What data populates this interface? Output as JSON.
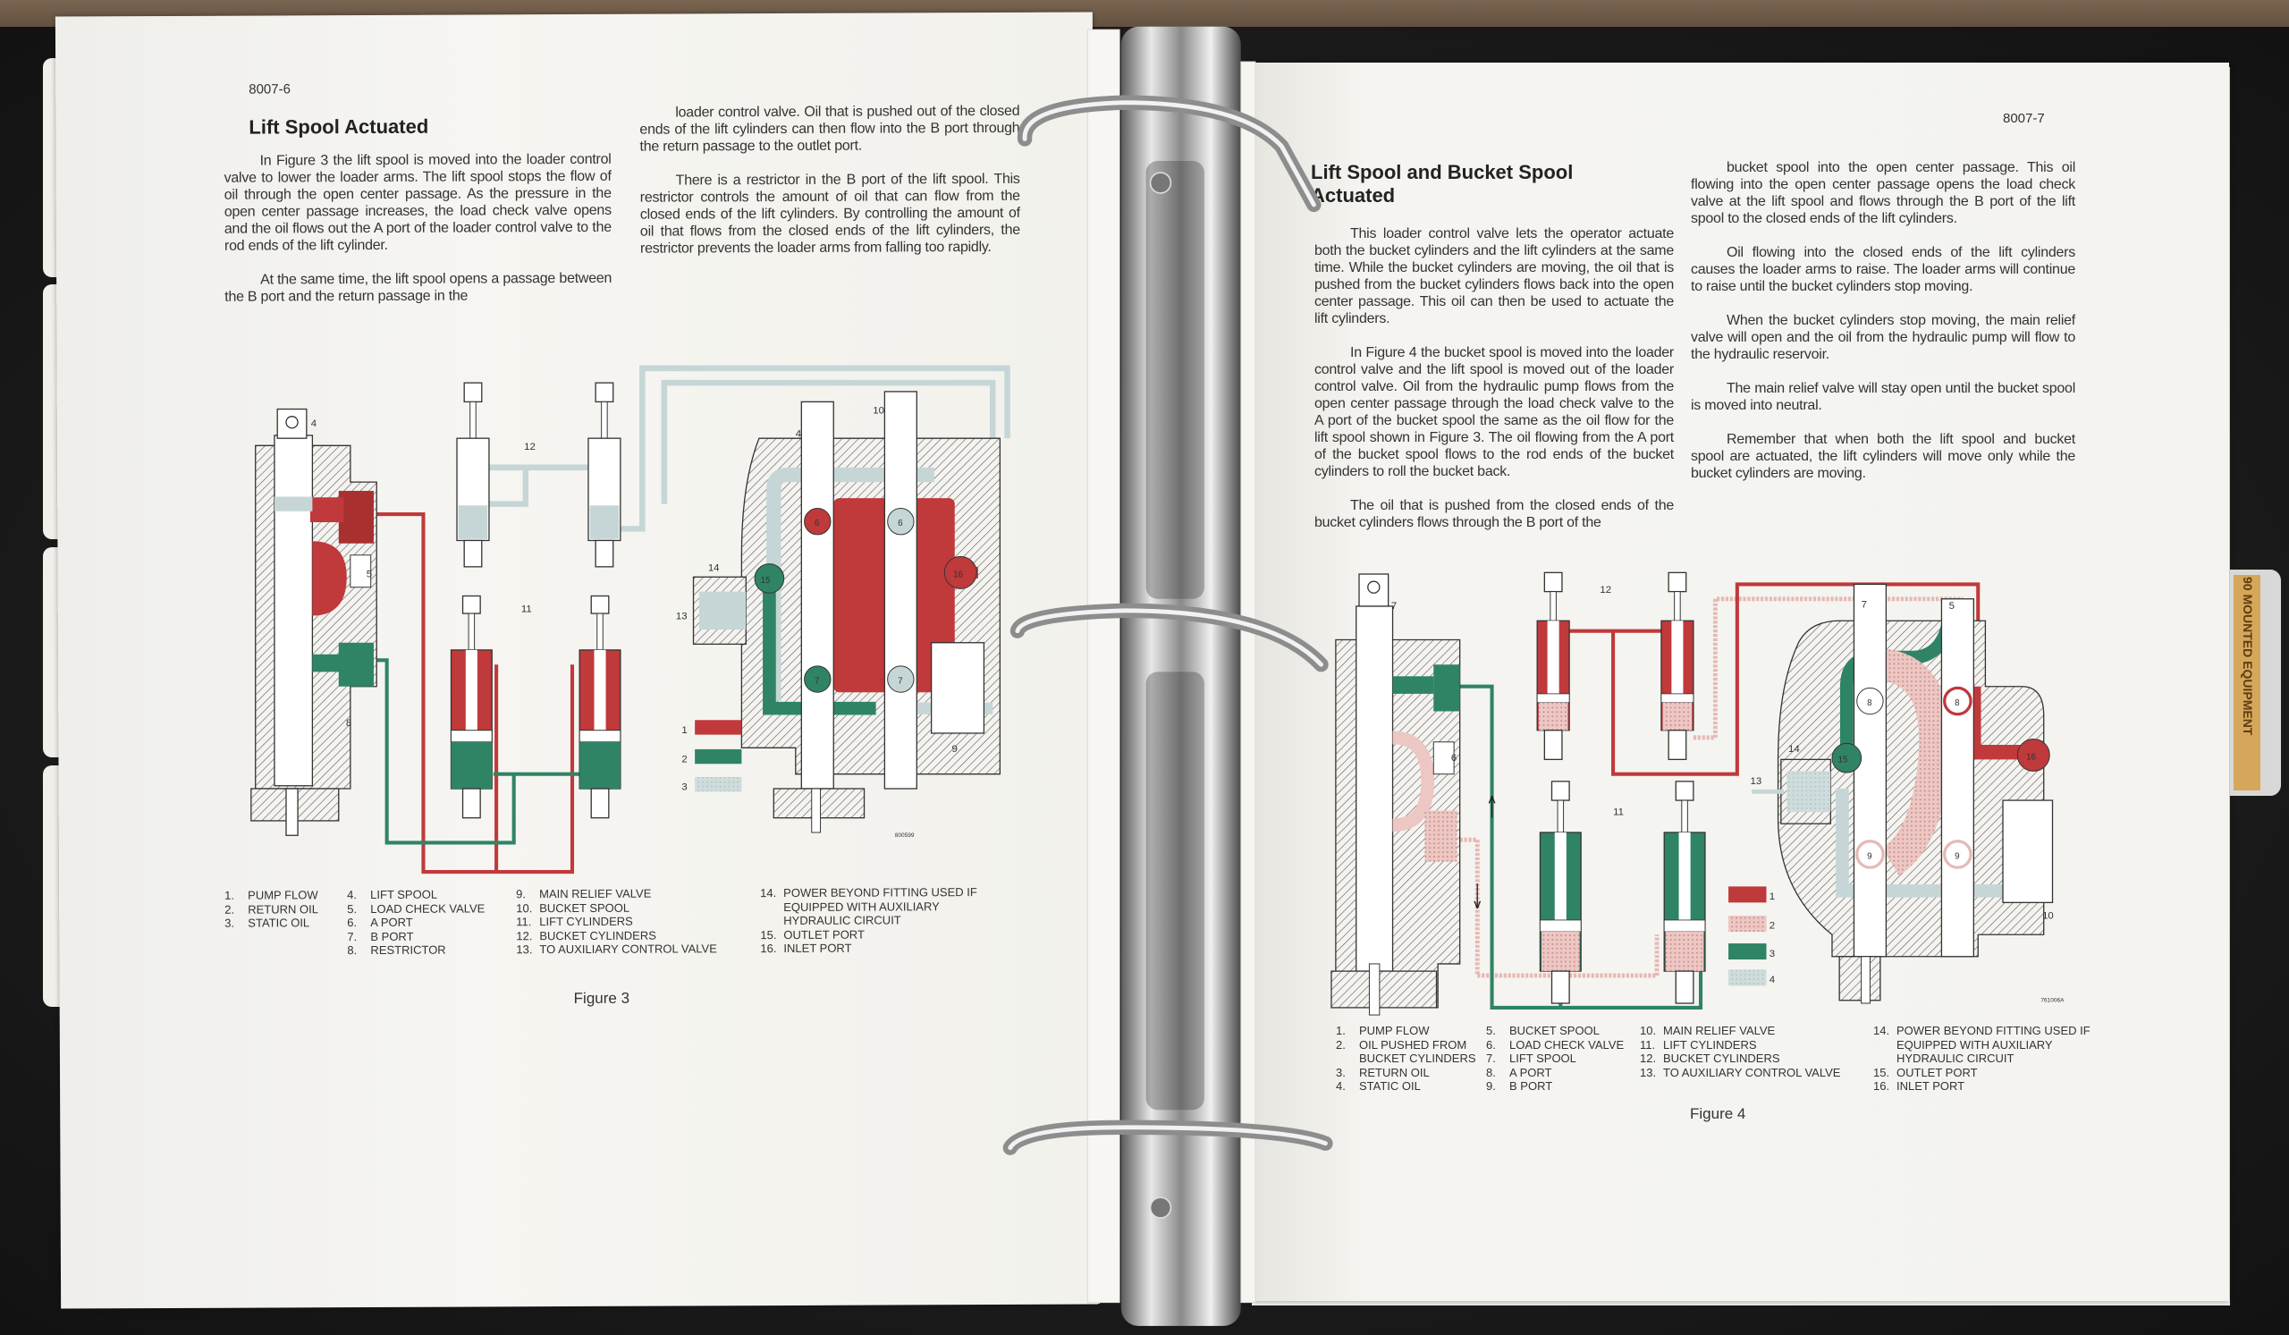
{
  "left_page": {
    "page_number": "8007-6",
    "title": "Lift Spool Actuated",
    "column1": [
      "In Figure 3 the lift spool is moved into the loader control valve to lower the loader arms. The lift spool stops the flow of oil through the open center passage. As the pressure in the open center passage increases, the load check valve opens and the oil flows out the A port of the loader control valve to the rod ends of the lift cylinder.",
      "At the same time, the lift spool opens a passage between the B port and the return passage in the"
    ],
    "column2": [
      "loader control valve. Oil that is pushed out of the closed ends of the lift cylinders can then flow into the B port through the return passage to the outlet port.",
      "There is a restrictor in the B port of the lift spool. This restrictor controls the amount of oil that can flow from the closed ends of the lift cylinders. By controlling the amount of oil that flows from the closed ends of the lift cylinders, the restrictor prevents the loader arms from falling too rapidly."
    ],
    "figure": {
      "callouts": [
        "4",
        "5",
        "8",
        "12",
        "11",
        "10",
        "4",
        "14",
        "13",
        "9",
        "15",
        "6",
        "6",
        "16",
        "7",
        "7"
      ],
      "swatch_numbers": [
        "1",
        "2",
        "3"
      ],
      "code": "800599",
      "caption": "Figure 3"
    },
    "legend": [
      [
        {
          "n": "1.",
          "t": "Pump Flow"
        },
        {
          "n": "2.",
          "t": "Return Oil"
        },
        {
          "n": "3.",
          "t": "Static Oil"
        }
      ],
      [
        {
          "n": "4.",
          "t": "Lift Spool"
        },
        {
          "n": "5.",
          "t": "Load Check Valve"
        },
        {
          "n": "6.",
          "t": "A Port"
        },
        {
          "n": "7.",
          "t": "B Port"
        },
        {
          "n": "8.",
          "t": "Restrictor"
        }
      ],
      [
        {
          "n": "9.",
          "t": "Main Relief Valve"
        },
        {
          "n": "10.",
          "t": "Bucket Spool"
        },
        {
          "n": "11.",
          "t": "Lift Cylinders"
        },
        {
          "n": "12.",
          "t": "Bucket Cylinders"
        },
        {
          "n": "13.",
          "t": "To Auxiliary Control Valve"
        }
      ],
      [
        {
          "n": "14.",
          "t": "Power Beyond Fitting Used If Equipped With Auxiliary Hydraulic Circuit"
        },
        {
          "n": "15.",
          "t": "Outlet Port"
        },
        {
          "n": "16.",
          "t": "Inlet Port"
        }
      ]
    ]
  },
  "right_page": {
    "page_number": "8007-7",
    "title": "Lift Spool and Bucket Spool Actuated",
    "column1": [
      "This loader control valve lets the operator actuate both the bucket cylinders and the lift cylinders at the same time. While the bucket cylinders are moving, the oil that is pushed from the bucket cylinders flows back into the open center passage. This oil can then be used to actuate the lift cylinders.",
      "In Figure 4 the bucket spool is moved into the loader control valve and the lift spool is moved out of the loader control valve. Oil from the hydraulic pump flows from the open center passage through the load check valve to the A port of the bucket spool the same as the oil flow for the lift spool shown in Figure 3. The oil flowing from the A port of the bucket spool flows to the rod ends of the bucket cylinders to roll the bucket back.",
      "The oil that is pushed from the closed ends of the bucket cylinders flows through the B port of the"
    ],
    "column2": [
      "bucket spool into the open center passage. This oil flowing into the open center passage opens the load check valve at the lift spool and flows through the B port of the lift spool to the closed ends of the lift cylinders.",
      "Oil flowing into the closed ends of the lift cylinders causes the loader arms to raise. The loader arms will continue to raise until the bucket cylinders stop moving.",
      "When the bucket cylinders stop moving, the main relief valve will open and the oil from the hydraulic pump will flow to the hydraulic reservoir.",
      "The main relief valve will stay open until the bucket spool is moved into neutral.",
      "Remember that when both the lift spool and bucket spool are actuated, the lift cylinders will move only while the bucket cylinders are moving."
    ],
    "figure": {
      "callouts": [
        "7",
        "6",
        "12",
        "11",
        "7",
        "5",
        "14",
        "13",
        "10",
        "15",
        "8",
        "8",
        "16",
        "9",
        "9"
      ],
      "swatch_numbers": [
        "1",
        "2",
        "3",
        "4"
      ],
      "code": "761006A",
      "caption": "Figure 4"
    },
    "legend": [
      [
        {
          "n": "1.",
          "t": "Pump Flow"
        },
        {
          "n": "2.",
          "t": "Oil Pushed From Bucket Cylinders"
        },
        {
          "n": "3.",
          "t": "Return Oil"
        },
        {
          "n": "4.",
          "t": "Static Oil"
        }
      ],
      [
        {
          "n": "5.",
          "t": "Bucket Spool"
        },
        {
          "n": "6.",
          "t": "Load Check Valve"
        },
        {
          "n": "7.",
          "t": "Lift Spool"
        },
        {
          "n": "8.",
          "t": "A Port"
        },
        {
          "n": "9.",
          "t": "B Port"
        }
      ],
      [
        {
          "n": "10.",
          "t": "Main Relief Valve"
        },
        {
          "n": "11.",
          "t": "Lift Cylinders"
        },
        {
          "n": "12.",
          "t": "Bucket Cylinders"
        },
        {
          "n": "13.",
          "t": "To Auxiliary Control Valve"
        }
      ],
      [
        {
          "n": "14.",
          "t": "Power Beyond Fitting Used If Equipped With Auxiliary Hydraulic Circuit"
        },
        {
          "n": "15.",
          "t": "Outlet Port"
        },
        {
          "n": "16.",
          "t": "Inlet Port"
        }
      ]
    ]
  },
  "divider_tab": {
    "label": "90 MOUNTED EQUIPMENT"
  },
  "colors": {
    "pump_flow": "#c0393b",
    "return_oil": "#2f8465",
    "static_oil": "#c6d6d6",
    "oil_pushed": "#e6b9b5",
    "paper": "#f4f3ef",
    "binder": "#1b1b1b",
    "tab": "#d6a75a"
  }
}
